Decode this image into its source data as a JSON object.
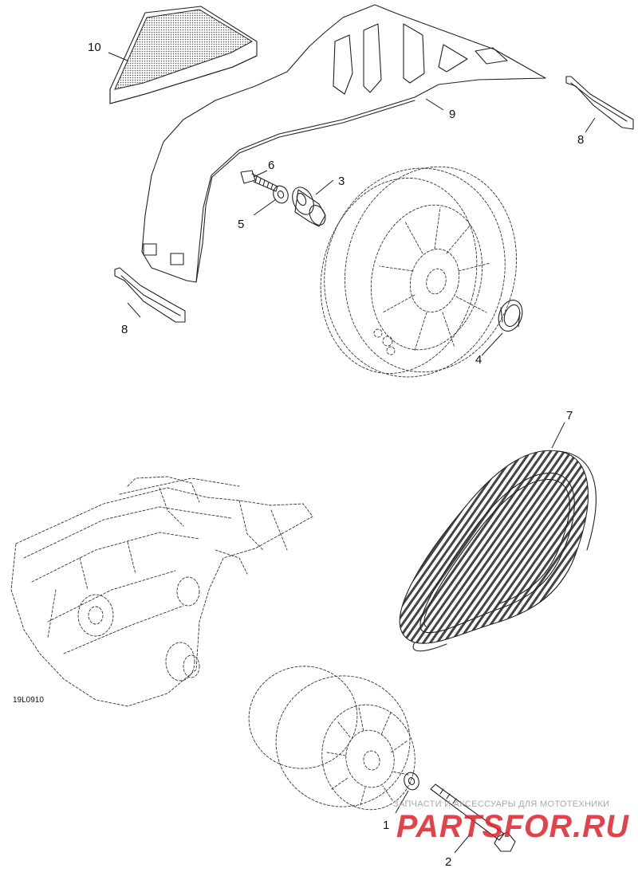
{
  "diagram": {
    "figure_code": "19L0910",
    "callouts": {
      "c1": "1",
      "c2": "2",
      "c3": "3",
      "c4": "4",
      "c5": "5",
      "c6": "6",
      "c7": "7",
      "c8a": "8",
      "c8b": "8",
      "c9": "9",
      "c10": "10"
    }
  },
  "watermark": {
    "subtitle": "ЗАПЧАСТИ И АКСЕССУАРЫ ДЛЯ МОТОТЕХНИКИ",
    "brand": "PARTSFOR.RU"
  },
  "colors": {
    "line": "#222222",
    "watermark_red": "#e0202a",
    "watermark_gray": "#9a9a9a"
  }
}
